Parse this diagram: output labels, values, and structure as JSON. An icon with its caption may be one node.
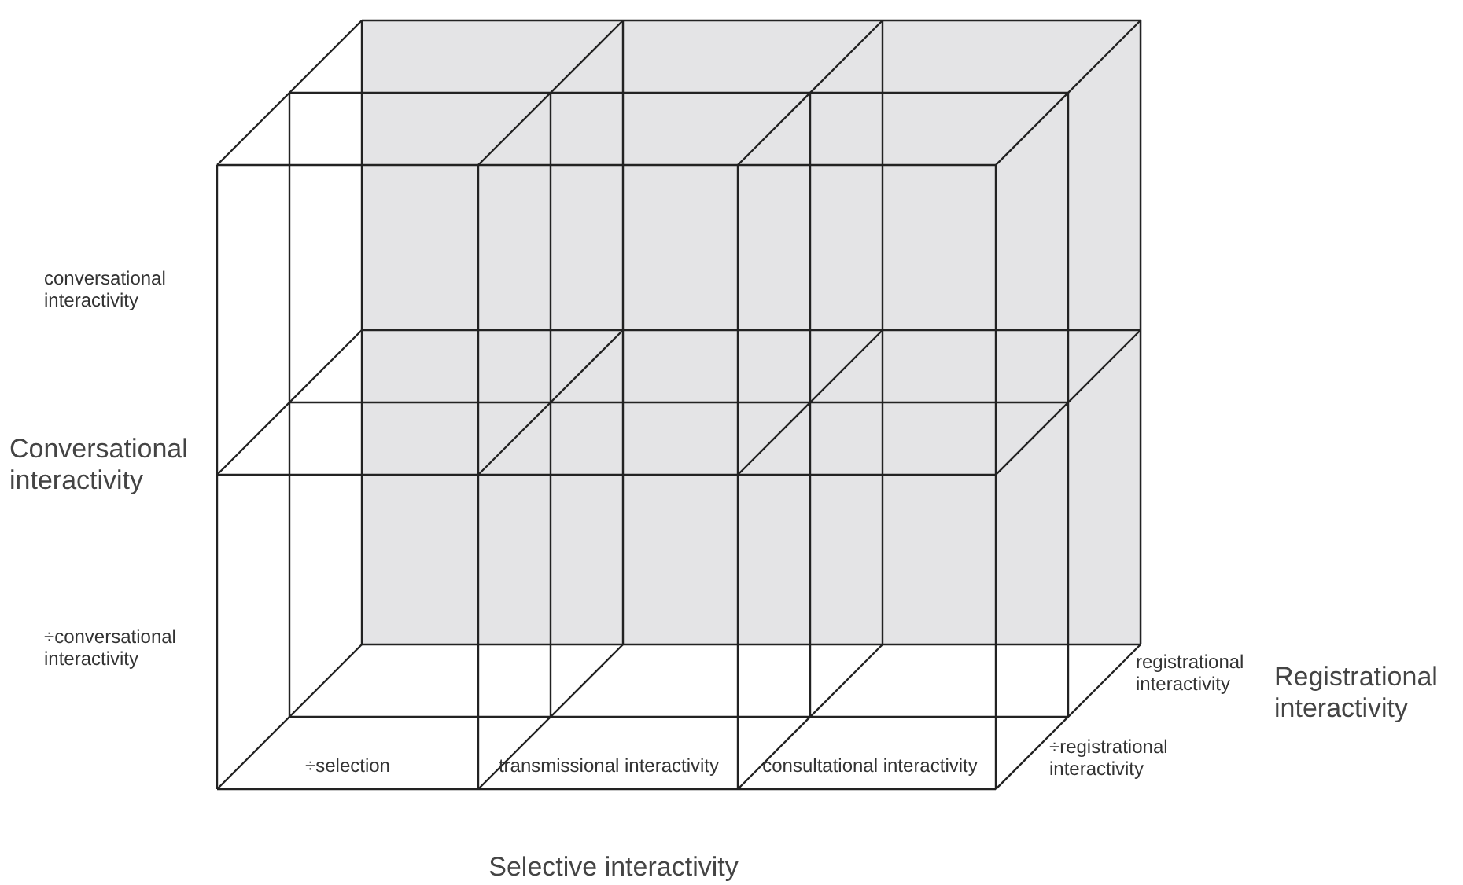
{
  "diagram": {
    "labels": [
      "conversational interactivity",
      "Conversational interactivity",
      "÷conversational interactivity",
      "registrational interactivity",
      "÷registrational interactivity",
      "Registrational interactivity",
      "÷selection",
      "transmissional interactivity",
      "consultational interactivity",
      "Selective interactivity"
    ]
  }
}
